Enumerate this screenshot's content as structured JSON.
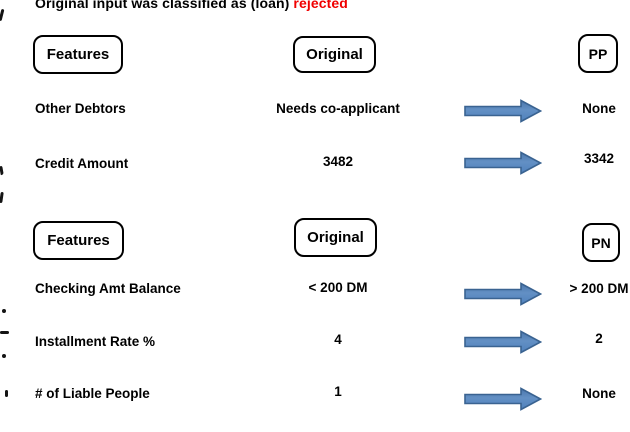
{
  "title": {
    "prefix": "Original input was classified as (loan) ",
    "highlight": "rejected"
  },
  "colors": {
    "highlight_red": "#F00000",
    "arrow_fill": "#4F81BD",
    "arrow_stroke": "#3A6391",
    "text": "#000000",
    "background": "#FFFFFF"
  },
  "sections": [
    {
      "headers": {
        "features": "Features",
        "original": "Original",
        "result": "PP"
      },
      "rows": [
        {
          "feature": "Other Debtors",
          "original": "Needs co-applicant",
          "result": "None"
        },
        {
          "feature": "Credit Amount",
          "original": "3482",
          "result": "3342"
        }
      ]
    },
    {
      "headers": {
        "features": "Features",
        "original": "Original",
        "result": "PN"
      },
      "rows": [
        {
          "feature": "Checking Amt Balance",
          "original": "< 200 DM",
          "result": "> 200 DM"
        },
        {
          "feature": "Installment Rate %",
          "original": "4",
          "result": "2"
        },
        {
          "feature": "# of Liable People",
          "original": "1",
          "result": "None"
        }
      ]
    }
  ]
}
